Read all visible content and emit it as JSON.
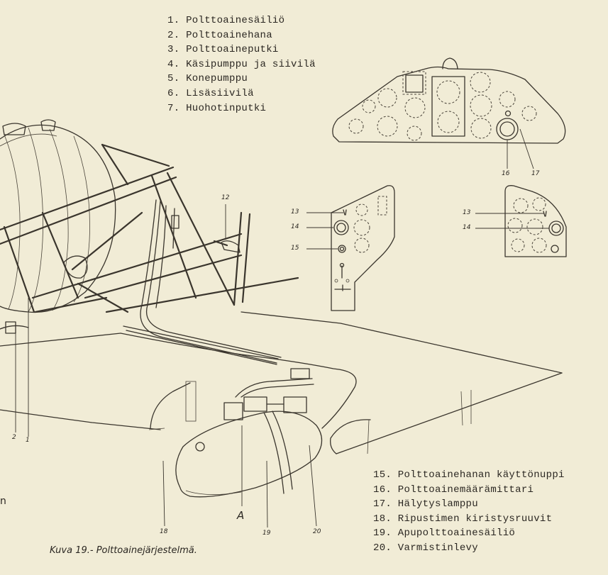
{
  "legend_top": [
    "1. Polttoainesäiliö",
    "2. Polttoainehana",
    "3. Polttoaineputki",
    "4. Käsipumppu ja siivilä",
    "5. Konepumppu",
    "6. Lisäsiivilä",
    "7. Huohotinputki"
  ],
  "legend_bottom": [
    "15. Polttoainehanan käyttönuppi",
    "16. Polttoainemäärämittari",
    "17. Hälytyslamppu",
    "18. Ripustimen kiristysruuvit",
    "19. Apupolttoainesäiliö",
    "20. Varmistinlevy"
  ],
  "callouts": {
    "c1": "1",
    "c2": "2",
    "c12": "12",
    "c13a": "13",
    "c14a": "14",
    "c15": "15",
    "c13b": "13",
    "c14b": "14",
    "c16": "16",
    "c17": "17",
    "c18": "18",
    "c19": "19",
    "c20": "20"
  },
  "letter_a": "A",
  "edge_letter": "n",
  "caption": "Kuva 19.- Polttoainejärjestelmä."
}
